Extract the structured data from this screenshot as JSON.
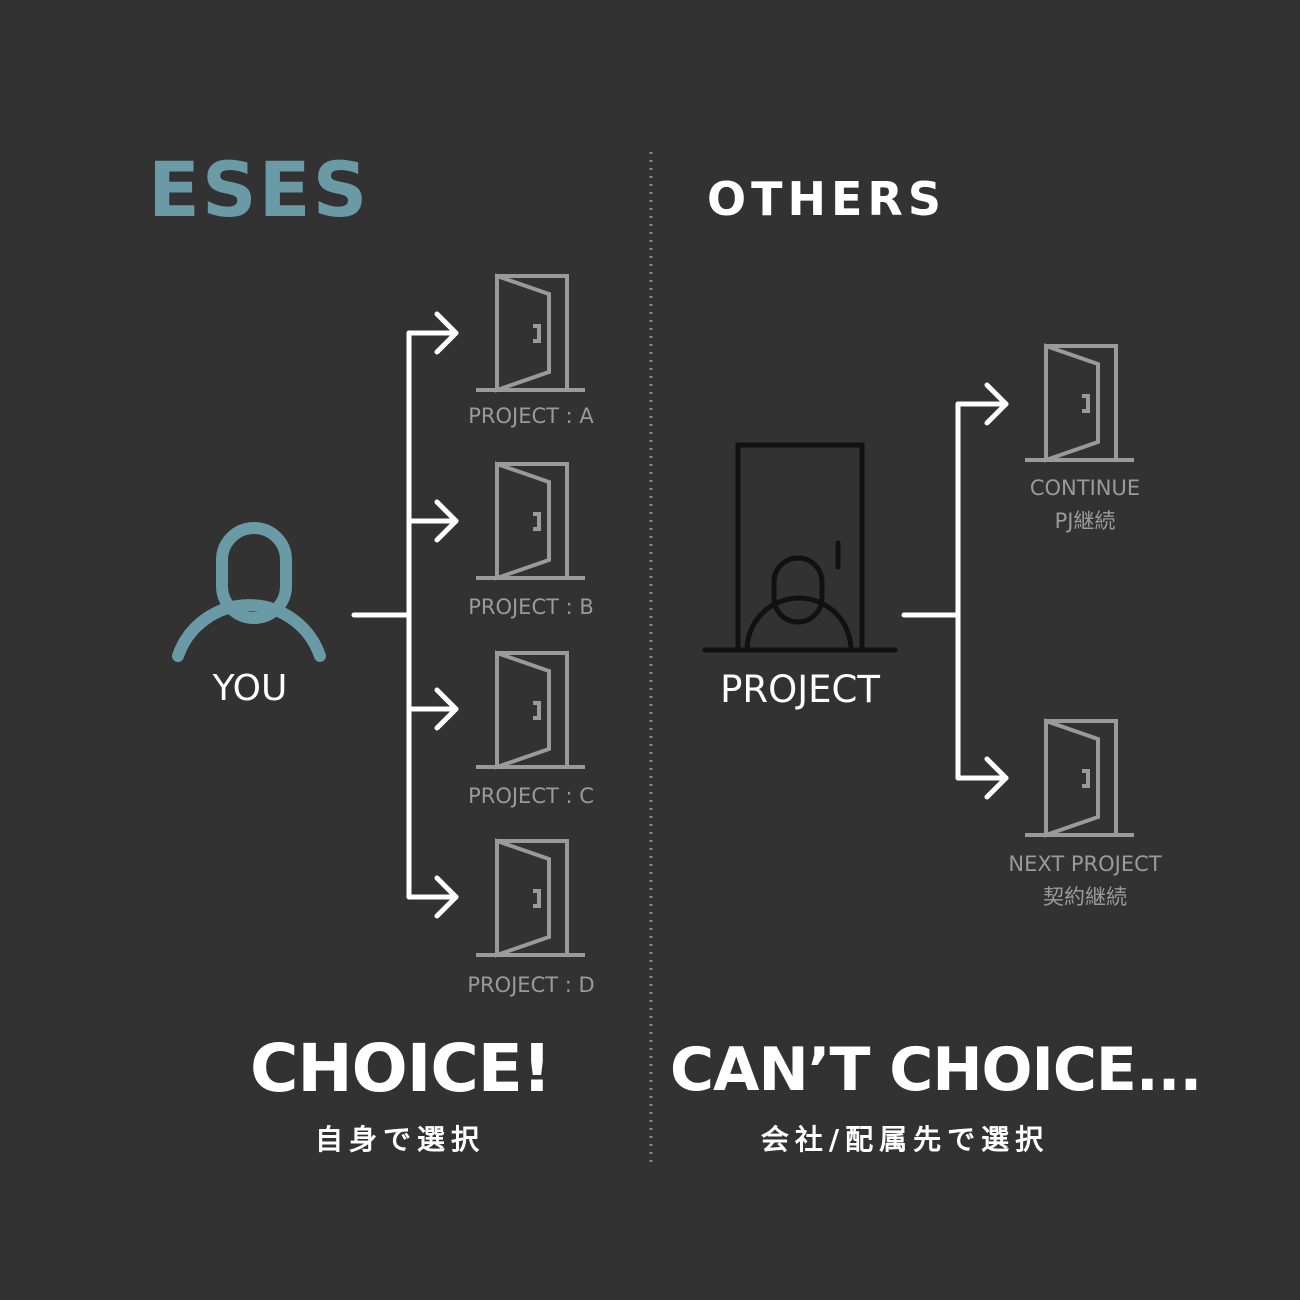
{
  "colors": {
    "background": "#323232",
    "accent": "#6b9aa7",
    "line": "#ffffff",
    "door": "#9a9a9a",
    "door_dark": "#111111"
  },
  "left": {
    "heading": "ESES",
    "person_label": "YOU",
    "person_icon": "person-icon",
    "doors": [
      {
        "label": "PROJECT : A",
        "icon": "door-icon"
      },
      {
        "label": "PROJECT : B",
        "icon": "door-icon"
      },
      {
        "label": "PROJECT : C",
        "icon": "door-icon"
      },
      {
        "label": "PROJECT : D",
        "icon": "door-icon"
      }
    ],
    "title": "CHOICE!",
    "subtitle": "自身で選択"
  },
  "right": {
    "heading": "OTHERS",
    "project_label": "PROJECT",
    "project_icon": "person-in-door-icon",
    "doors": [
      {
        "label": "CONTINUE",
        "sublabel": "PJ継続",
        "icon": "door-icon"
      },
      {
        "label": "NEXT PROJECT",
        "sublabel": "契約継続",
        "icon": "door-icon"
      }
    ],
    "title": "CAN’T CHOICE...",
    "subtitle": "会社/配属先で選択"
  }
}
